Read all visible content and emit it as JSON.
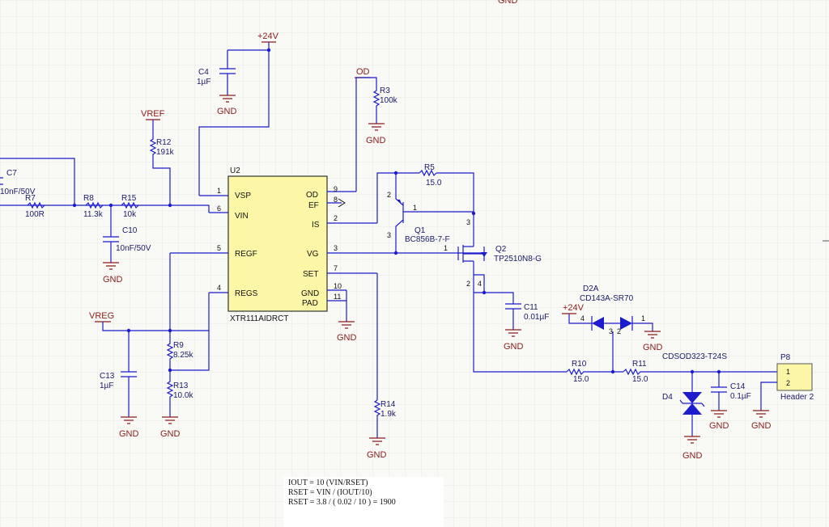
{
  "power": {
    "v24": "+24V",
    "gnd": "GND",
    "vref": "VREF",
    "vreg": "VREG",
    "od": "OD"
  },
  "ic": {
    "ref": "U2",
    "name": "XTR111AIDRCT",
    "pins": {
      "vsp": "VSP",
      "vin": "VIN",
      "regf": "REGF",
      "regs": "REGS",
      "od": "OD",
      "ef": "EF",
      "is": "IS",
      "vg": "VG",
      "set": "SET",
      "gnd": "GND",
      "pad": "PAD"
    },
    "pin_numbers": {
      "vsp": "1",
      "vin": "6",
      "regf": "5",
      "regs": "4",
      "od": "9",
      "ef": "8",
      "is": "2",
      "vg": "3",
      "set": "7",
      "gnd": "10",
      "pad": "11"
    }
  },
  "components": {
    "c4": {
      "ref": "C4",
      "value": "1µF"
    },
    "r3": {
      "ref": "R3",
      "value": "100k"
    },
    "r12": {
      "ref": "R12",
      "value": "191k"
    },
    "c7": {
      "ref": "C7",
      "value": "10nF/50V"
    },
    "r7": {
      "ref": "R7",
      "value": "100R"
    },
    "r8": {
      "ref": "R8",
      "value": "11.3k"
    },
    "r15": {
      "ref": "R15",
      "value": "10k"
    },
    "c10": {
      "ref": "C10",
      "value": "10nF/50V"
    },
    "r5": {
      "ref": "R5",
      "value": "15.0"
    },
    "q1": {
      "ref": "Q1",
      "value": "BC856B-7-F"
    },
    "q2": {
      "ref": "Q2",
      "value": "TP2510N8-G"
    },
    "c11": {
      "ref": "C11",
      "value": "0.01µF"
    },
    "d2a": {
      "ref": "D2A",
      "value": "CD143A-SR70"
    },
    "r10": {
      "ref": "R10",
      "value": "15.0"
    },
    "r11": {
      "ref": "R11",
      "value": "15.0"
    },
    "d4": {
      "ref": "D4",
      "value": "CDSOD323-T24S"
    },
    "c14": {
      "ref": "C14",
      "value": "0.1µF"
    },
    "p8": {
      "ref": "P8",
      "value": "Header 2"
    },
    "c13": {
      "ref": "C13",
      "value": "1µF"
    },
    "r9": {
      "ref": "R9",
      "value": "8.25k"
    },
    "r13": {
      "ref": "R13",
      "value": "10.0k"
    },
    "r14": {
      "ref": "R14",
      "value": "1.9k"
    }
  },
  "pin_labels": {
    "p1": "1",
    "p2": "2",
    "p3": "3",
    "p4": "4"
  },
  "notes": [
    "IOUT = 10 (VIN/RSET)",
    "RSET = VIN / (IOUT/10)",
    "RSET = 3.8 / ( 0.02 / 10 ) = 1900"
  ],
  "colors": {
    "wire": "#1c1ccc",
    "power": "#8a1c1c",
    "ic_fill": "#fbf7a6",
    "diode_fill": "#1c1ccc"
  }
}
